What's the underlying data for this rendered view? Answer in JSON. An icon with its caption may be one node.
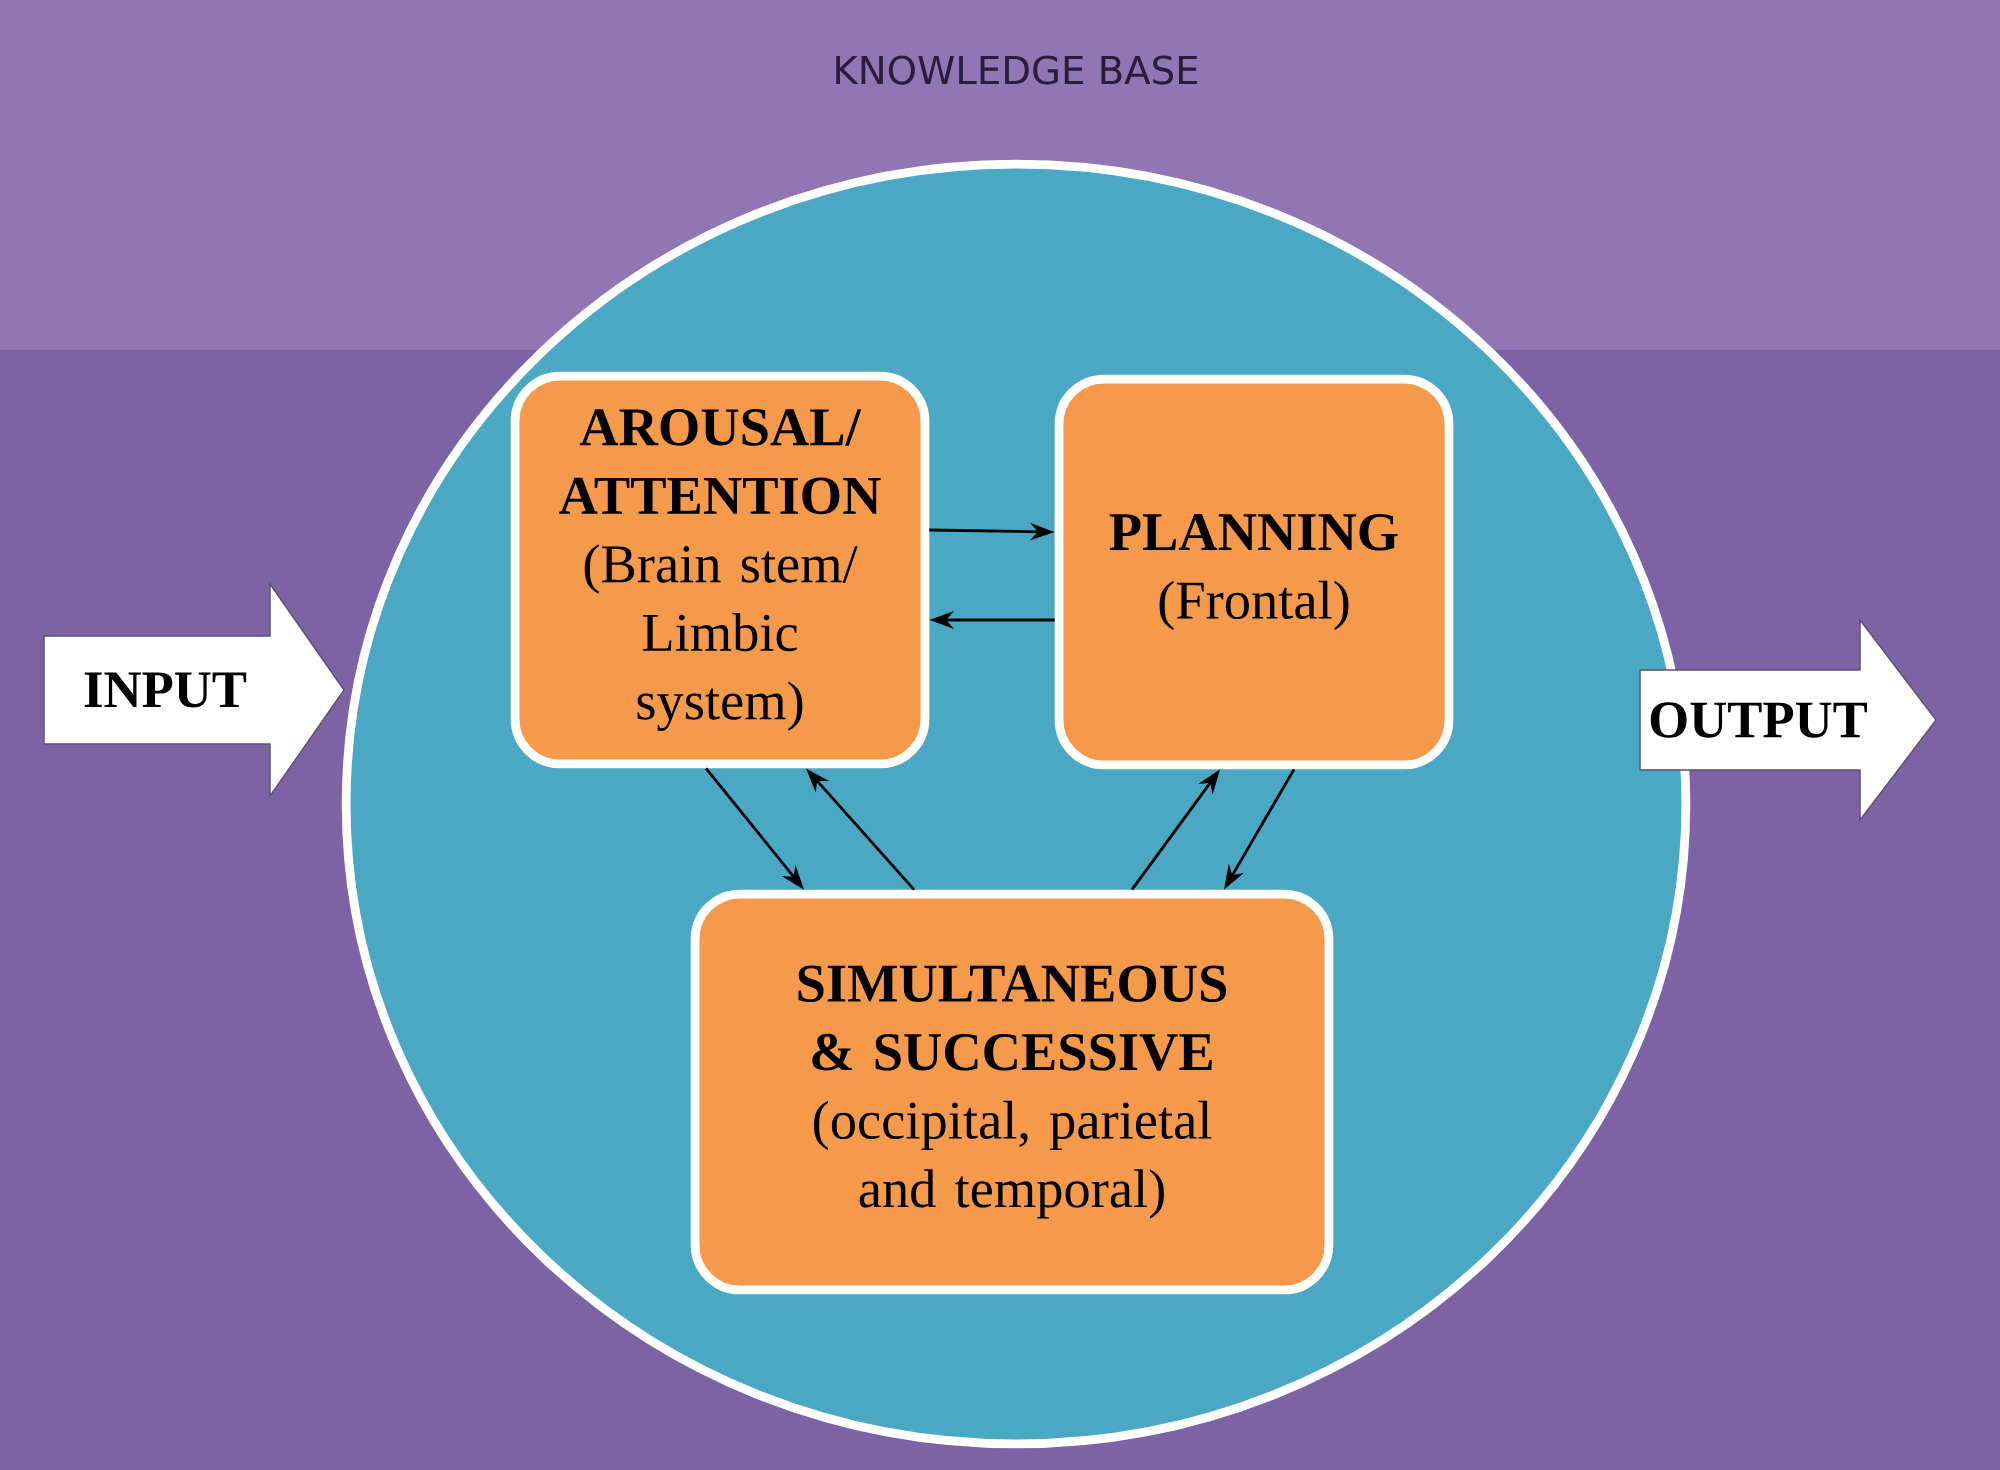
{
  "diagram": {
    "nodes": [
      {
        "text": [
          "KNOWLEDGE BASE"
        ]
      },
      {
        "text": [
          "AROUSAL/ ATTENTION",
          "(Brain stem/ Limbic system)"
        ],
        "in": 0
      },
      {
        "text": [
          "PLANNING",
          "(Frontal)"
        ],
        "in": 0
      },
      {
        "text": [
          "SIMULTANEOUS & SUCCESSIVE",
          "(occipital, parietal and temporal)"
        ],
        "in": 0
      },
      {
        "text": [
          "INPUT"
        ]
      },
      {
        "text": [
          "OUTPUT"
        ]
      }
    ],
    "edges": [
      {
        "from": 1,
        "to": 2,
        "arrow": "to"
      },
      {
        "from": 2,
        "to": 1,
        "arrow": "to"
      },
      {
        "from": 1,
        "to": 3,
        "arrow": "to"
      },
      {
        "from": 3,
        "to": 1,
        "arrow": "to"
      },
      {
        "from": 3,
        "to": 2,
        "arrow": "to"
      },
      {
        "from": 2,
        "to": 3,
        "arrow": "to"
      }
    ]
  }
}
